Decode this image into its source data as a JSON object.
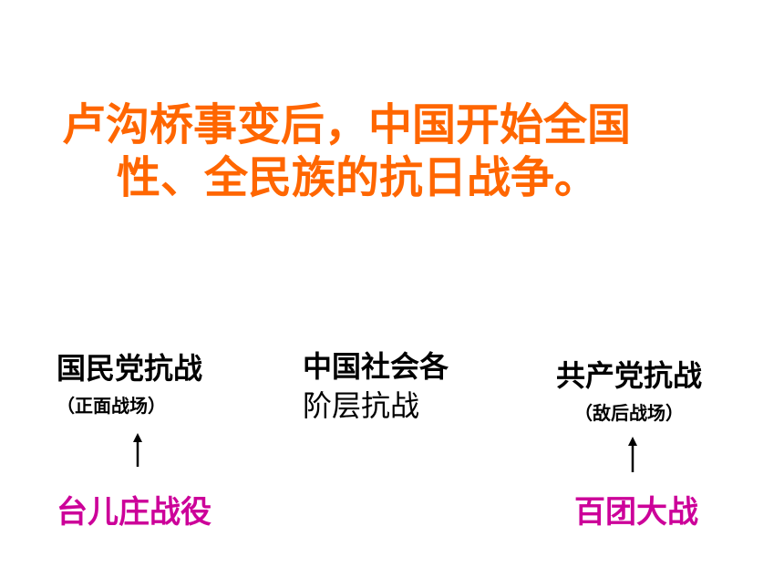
{
  "headline": {
    "line1": "卢沟桥事变后，中国开始全国",
    "line2": "性、全民族的抗日战争。"
  },
  "left": {
    "title": "国民党抗战",
    "subtitle": "（正面战场）",
    "battle": "台儿庄战役"
  },
  "middle": {
    "line1": "中国社会各",
    "line2": "阶层抗战"
  },
  "right": {
    "title": "共产党抗战",
    "subtitle": "（敌后战场）",
    "battle": "百团大战"
  },
  "colors": {
    "headline": "#ff6600",
    "battle": "#cc0099",
    "text": "#000000"
  }
}
